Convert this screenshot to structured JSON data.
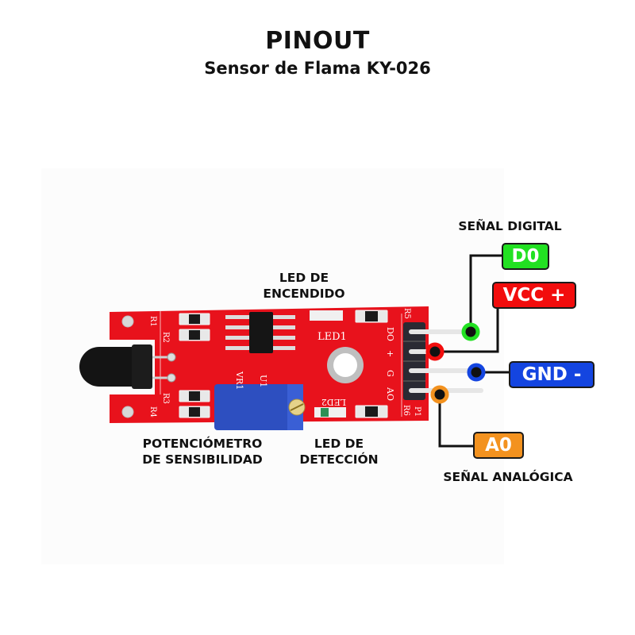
{
  "header": {
    "title": "PINOUT",
    "subtitle": "Sensor de Flama KY-026"
  },
  "pins": [
    {
      "id": "D0",
      "label": "D0",
      "color": "#22e122",
      "description": "SEÑAL DIGITAL"
    },
    {
      "id": "VCC",
      "label": "VCC +",
      "color": "#f20d0d",
      "description": ""
    },
    {
      "id": "GND",
      "label": "GND -",
      "color": "#1445e0",
      "description": ""
    },
    {
      "id": "A0",
      "label": "A0",
      "color": "#f3921f",
      "description": "SEÑAL ANALÓGICA"
    }
  ],
  "components": {
    "power_led": {
      "line1": "LED DE",
      "line2": "ENCENDIDO"
    },
    "potentiometer": {
      "line1": "POTENCIÓMETRO",
      "line2": "DE SENSIBILIDAD"
    },
    "detect_led": {
      "line1": "LED DE",
      "line2": "DETECCIÓN"
    }
  },
  "silkscreen": {
    "led1": "LED1",
    "led2": "LED2",
    "u1": "U1",
    "vr1": "VR1",
    "pin_do": "DO",
    "pin_plus": "+",
    "pin_g": "G",
    "pin_ao": "AO",
    "r1": "R1",
    "r2": "R2",
    "r3": "R3",
    "r4": "R4",
    "r5": "R5",
    "r6": "R6",
    "p1": "P1"
  },
  "colors": {
    "pcb": "#e8121c",
    "potentiometer": "#2d4fc0"
  }
}
